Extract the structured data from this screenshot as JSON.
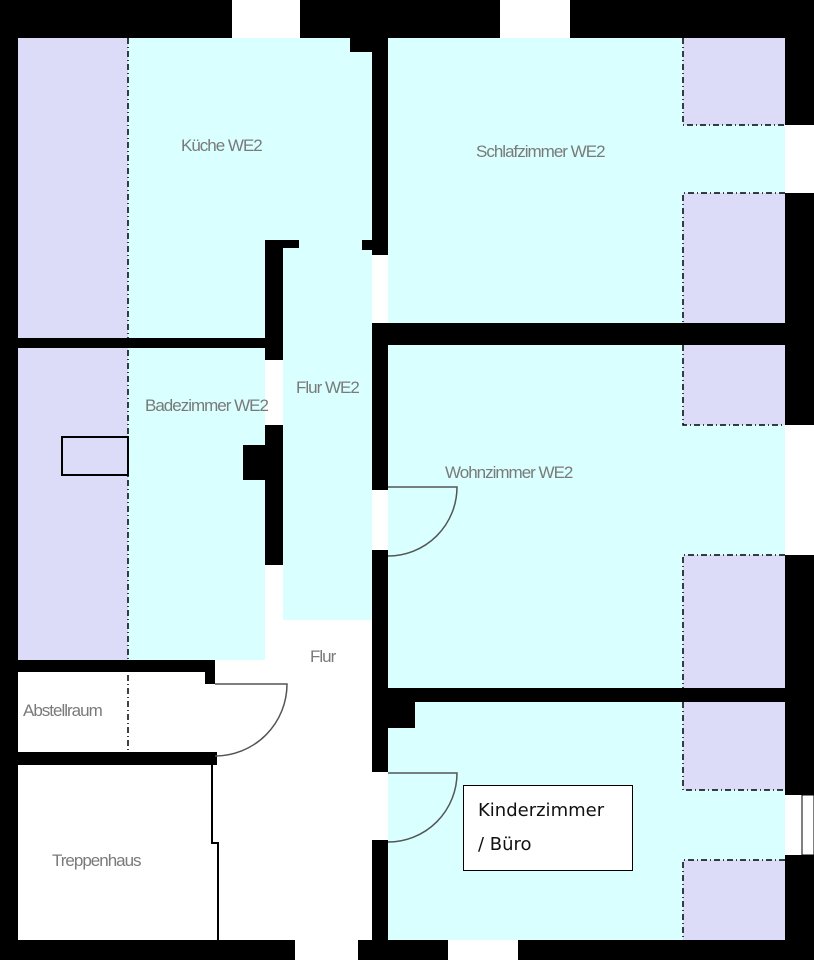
{
  "rooms": {
    "kueche": "Küche WE2",
    "schlafzimmer": "Schlafzimmer WE2",
    "flur_we2": "Flur WE2",
    "badezimmer": "Badezimmer WE2",
    "wohnzimmer": "Wohnzimmer WE2",
    "flur": "Flur",
    "abstellraum": "Abstellraum",
    "treppenhaus": "Treppenhaus"
  },
  "label_box": {
    "line1": "Kinderzimmer",
    "line2": "/ Büro"
  },
  "colors": {
    "room": "#d9ffff",
    "balcony": "#dcdcf8",
    "wall": "#000000"
  }
}
